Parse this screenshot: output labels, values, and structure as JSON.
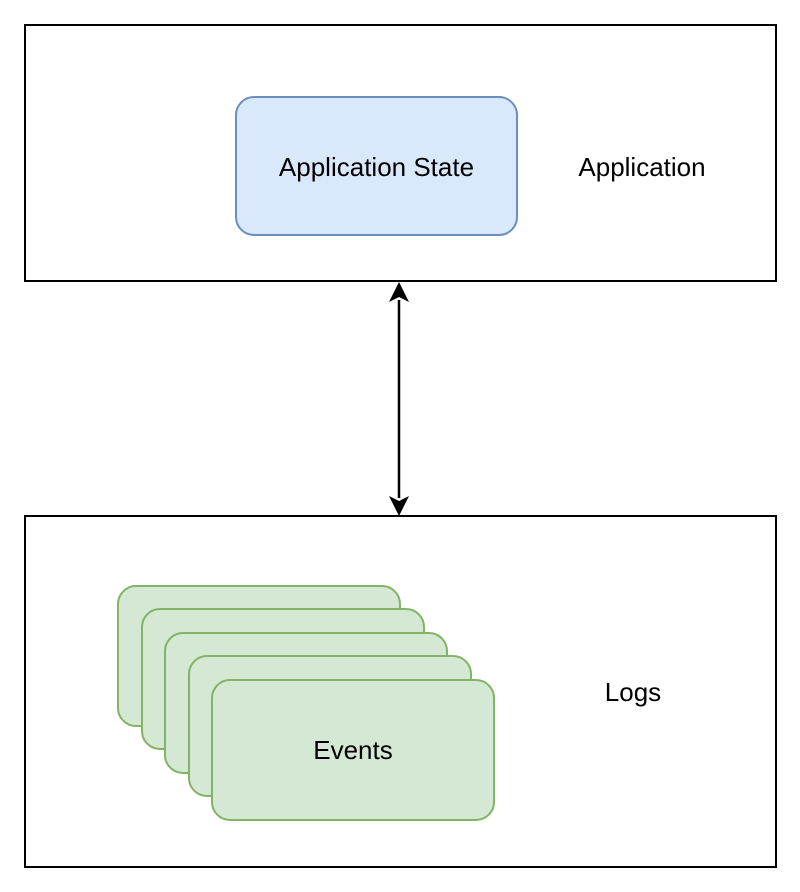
{
  "application": {
    "label": "Application",
    "state_label": "Application State"
  },
  "logs": {
    "label": "Logs",
    "events_label": "Events"
  },
  "colors": {
    "state_fill": "#dae8fc",
    "state_stroke": "#6c8ebf",
    "event_fill": "#d5e8d4",
    "event_stroke": "#82b366"
  }
}
